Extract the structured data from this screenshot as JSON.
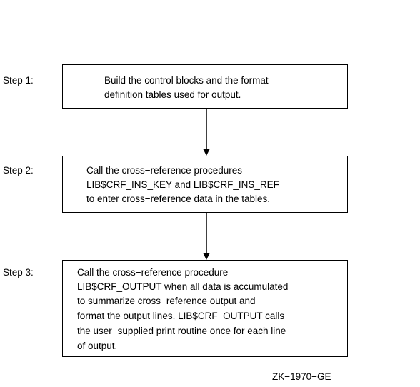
{
  "steps": [
    {
      "label": "Step 1:",
      "lines": [
        "Build the control blocks and the format",
        "definition tables used for output."
      ]
    },
    {
      "label": "Step 2:",
      "lines": [
        "Call the cross−reference procedures",
        "LIB$CRF_INS_KEY and LIB$CRF_INS_REF",
        "to enter cross−reference data in the tables."
      ]
    },
    {
      "label": "Step 3:",
      "lines": [
        "Call the cross−reference procedure",
        "LIB$CRF_OUTPUT when all data is accumulated",
        "to summarize cross−reference output and",
        "format the output lines.  LIB$CRF_OUTPUT calls",
        "the user−supplied print routine once for each line",
        "of output."
      ]
    }
  ],
  "figure_id": "ZK−1970−GE"
}
